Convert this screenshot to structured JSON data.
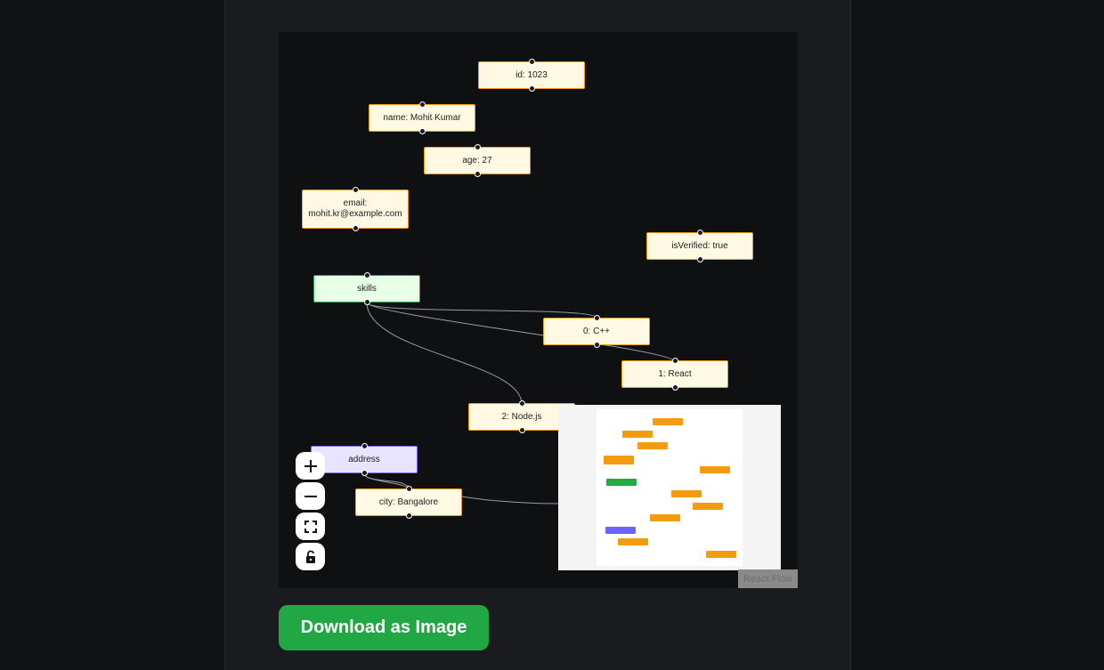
{
  "nodes": {
    "id": "id: 1023",
    "name": "name: Mohit Kumar",
    "age": "age: 27",
    "email_line1": "email:",
    "email_line2": "mohit.kr@example.com",
    "isVerified": "isVerified: true",
    "skills": "skills",
    "skill0": "0: C++",
    "skill1": "1: React",
    "skill2": "2: Node.js",
    "address": "address",
    "city": "city: Bangalore"
  },
  "controls": {
    "zoom_in": "plus-icon",
    "zoom_out": "minus-icon",
    "fit_view": "fit-view-icon",
    "lock": "unlock-icon"
  },
  "minimap_colors": {
    "primitive": "#f39c12",
    "array": "#22aa44",
    "object": "#6c63ff"
  },
  "attribution": "React Flow",
  "download_button": "Download as Image",
  "colors": {
    "button": "#22a745",
    "node_border": "#f39c12",
    "node_bg": "#fff8e3"
  }
}
